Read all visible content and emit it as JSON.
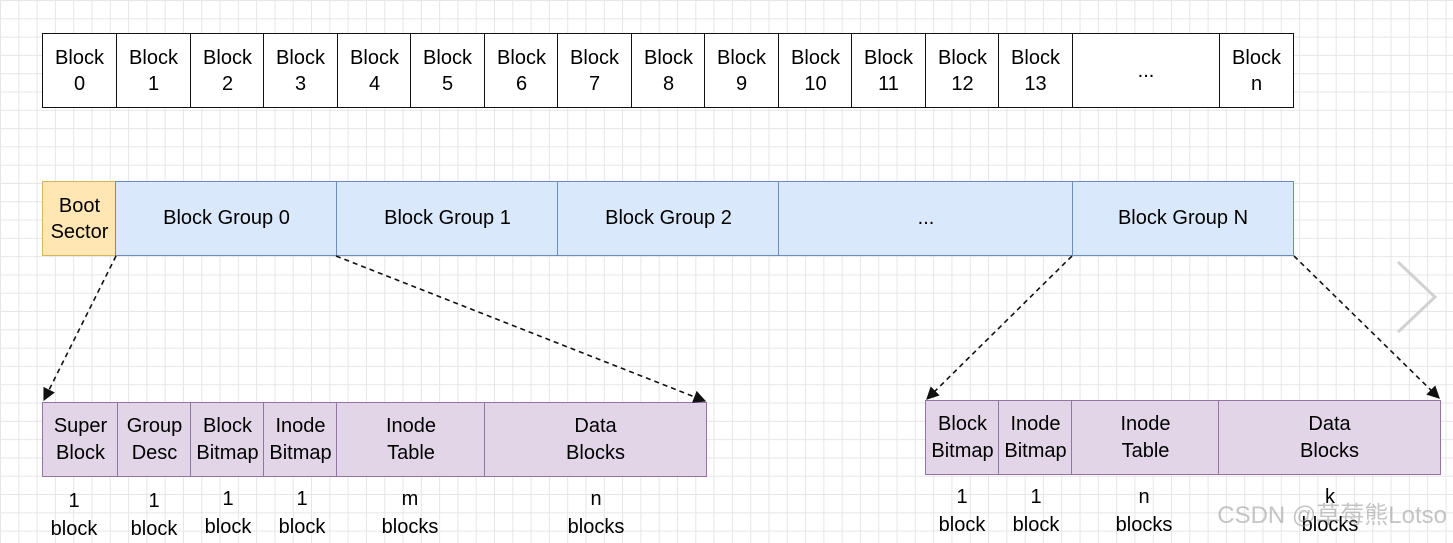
{
  "blocks": [
    "Block\n0",
    "Block\n1",
    "Block\n2",
    "Block\n3",
    "Block\n4",
    "Block\n5",
    "Block\n6",
    "Block\n7",
    "Block\n8",
    "Block\n9",
    "Block\n10",
    "Block\n11",
    "Block\n12",
    "Block\n13",
    "...",
    "Block\nn"
  ],
  "boot_sector": "Boot\nSector",
  "groups": [
    "Block Group 0",
    "Block Group 1",
    "Block Group 2",
    "...",
    "Block Group N"
  ],
  "left_detail": {
    "cells": [
      "Super\nBlock",
      "Group\nDesc",
      "Block\nBitmap",
      "Inode\nBitmap",
      "Inode\nTable",
      "Data\nBlocks"
    ],
    "sizes": [
      "1\nblock",
      "1\nblock",
      "1\nblock",
      "1\nblock",
      "m\nblocks",
      "n\nblocks"
    ]
  },
  "right_detail": {
    "cells": [
      "Block\nBitmap",
      "Inode\nBitmap",
      "Inode\nTable",
      "Data\nBlocks"
    ],
    "sizes": [
      "1\nblock",
      "1\nblock",
      "n\nblocks",
      "k\nblocks"
    ]
  },
  "watermark": "CSDN @草莓熊Lotso",
  "colors": {
    "boot_fill": "#ffe6b3",
    "boot_stroke": "#d6b656",
    "group_fill": "#dae8fc",
    "group_stroke": "#6c8ebf",
    "detail_fill": "#e1d5e7",
    "detail_stroke": "#9673a6"
  }
}
